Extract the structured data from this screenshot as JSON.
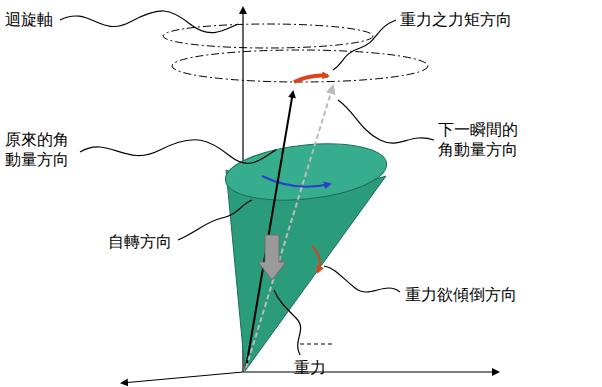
{
  "diagram": {
    "labels": [
      "迴旋軸",
      "重力之力矩方向",
      "原來的角 動量方向",
      "下一瞬間的 角動量方向",
      "自轉方向",
      "重力欲傾倒方向",
      "重力"
    ]
  }
}
